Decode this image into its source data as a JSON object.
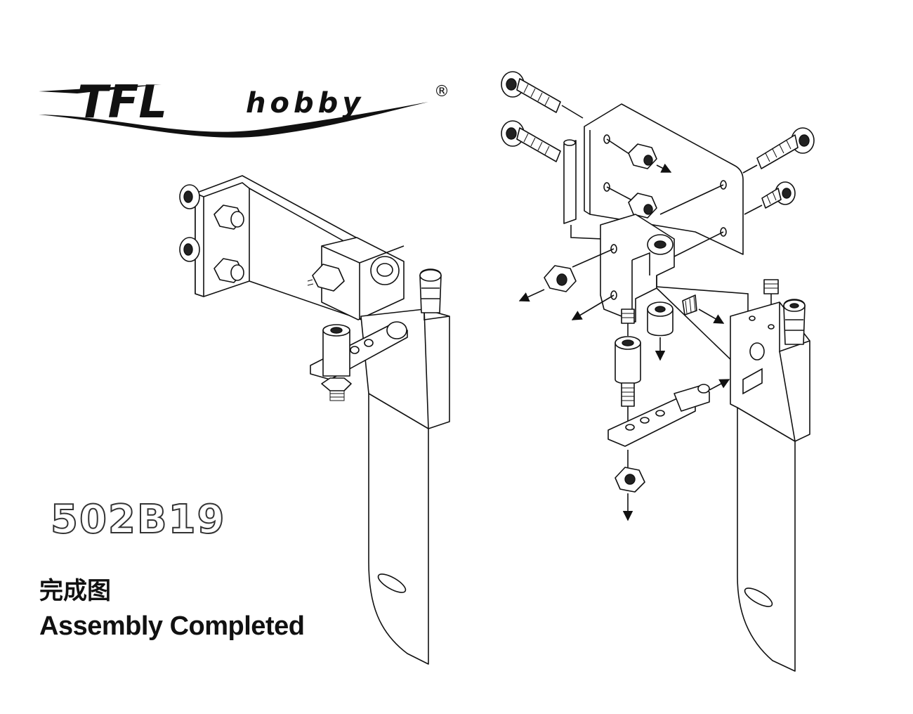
{
  "brand": {
    "name_main": "TFL",
    "name_sub": "hobby",
    "registered_mark": "®"
  },
  "labels": {
    "part_number": "502B19",
    "caption_cn": "完成图",
    "caption_en": "Assembly Completed"
  },
  "colors": {
    "line": "#111111",
    "background": "#ffffff"
  }
}
